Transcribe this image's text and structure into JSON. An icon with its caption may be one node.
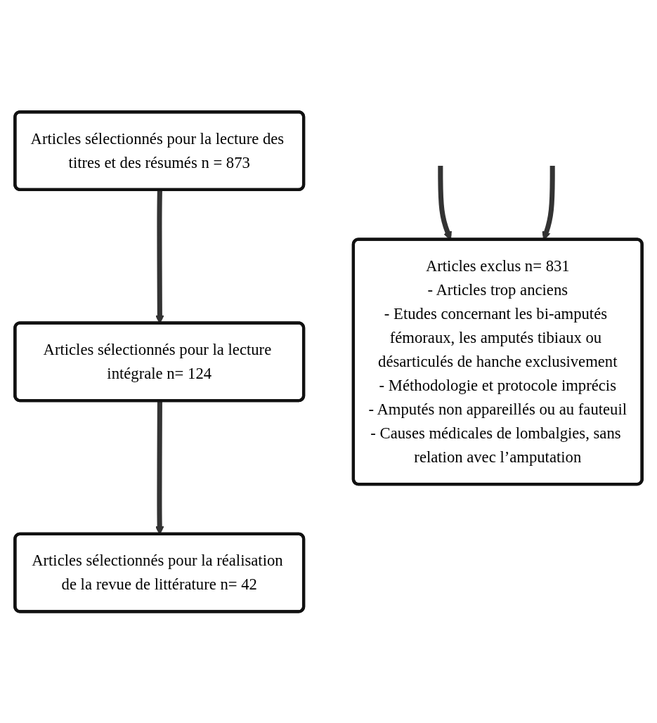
{
  "diagram": {
    "nodes": [
      {
        "text": [
          "Articles sélectionnés pour la lecture des titres et des résumés n = 873"
        ]
      },
      {
        "text": [
          "Articles sélectionnés pour la lecture intégrale n= 124"
        ]
      },
      {
        "text": [
          "Articles sélectionnés pour la réalisation de la revue de littérature n= 42"
        ]
      },
      {
        "text": [
          "Articles exclus n= 831",
          "- Articles trop anciens",
          "- Etudes concernant les bi-amputés fémoraux, les amputés tibiaux ou désarticulés de hanche exclusivement",
          "- Méthodologie et protocole imprécis",
          "- Amputés non appareillés ou au fauteuil",
          "- Causes médicales de lombalgies, sans relation avec l’amputation"
        ]
      }
    ],
    "edges": [
      {
        "from": 0,
        "to": 1,
        "arrow": "to"
      },
      {
        "from": 1,
        "to": 2,
        "arrow": "to"
      },
      {
        "from": null,
        "to": 3,
        "arrow": "to"
      },
      {
        "from": null,
        "to": 3,
        "arrow": "to"
      }
    ]
  }
}
